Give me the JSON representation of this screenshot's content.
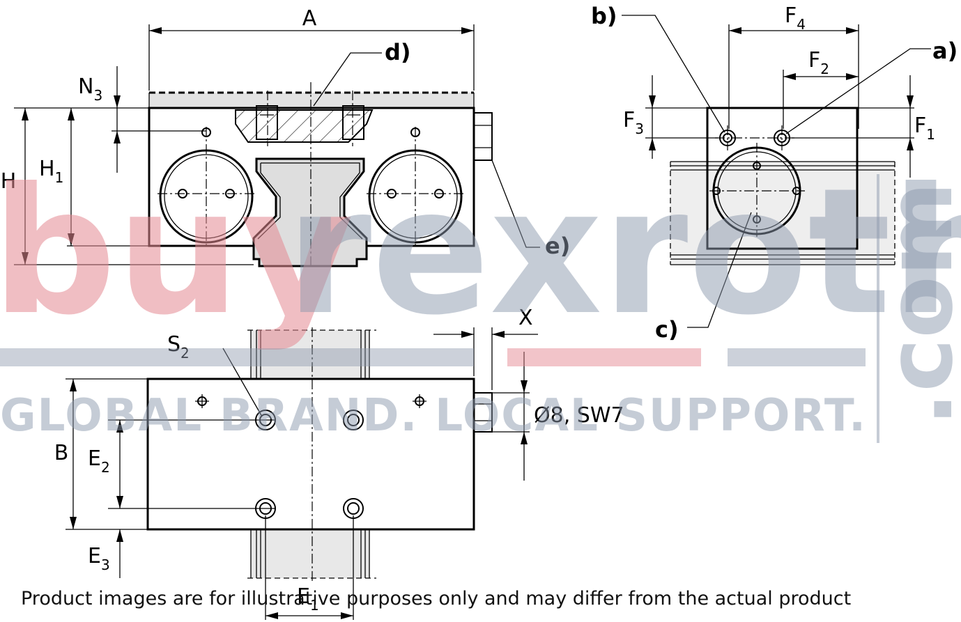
{
  "dimensions": {
    "A": "A",
    "H": "H",
    "H1": {
      "main": "H",
      "sub": "1"
    },
    "N3": {
      "main": "N",
      "sub": "3"
    },
    "F1": {
      "main": "F",
      "sub": "1"
    },
    "F2": {
      "main": "F",
      "sub": "2"
    },
    "F3": {
      "main": "F",
      "sub": "3"
    },
    "F4": {
      "main": "F",
      "sub": "4"
    },
    "B": "B",
    "E1": {
      "main": "E",
      "sub": "1"
    },
    "E2": {
      "main": "E",
      "sub": "2"
    },
    "E3": {
      "main": "E",
      "sub": "3"
    },
    "S2": {
      "main": "S",
      "sub": "2"
    },
    "X": "X",
    "nut_spec": "Ø8, SW7"
  },
  "callouts": {
    "a": "a)",
    "b": "b)",
    "c": "c)",
    "d": "d)",
    "e": "e)"
  },
  "watermark": {
    "brand_red": "buy",
    "brand_gray": "rexroth",
    "domain": ".com",
    "tagline": "GLOBAL BRAND. LOCAL SUPPORT."
  },
  "disclaimer": "Product images are for illustrative purposes only and may differ from the actual product"
}
